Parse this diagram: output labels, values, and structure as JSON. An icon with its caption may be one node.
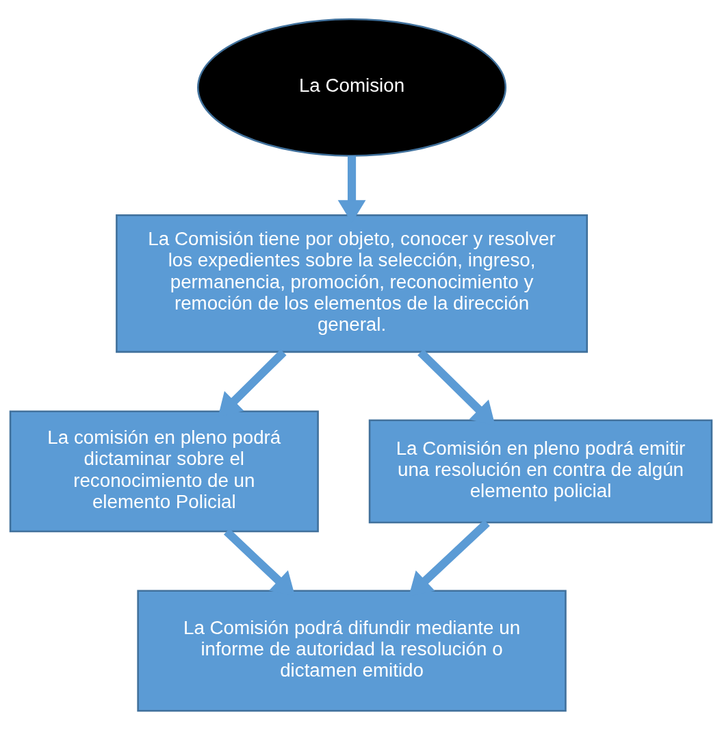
{
  "diagram": {
    "nodes": [
      {
        "text": [
          "La Comision"
        ]
      },
      {
        "text": [
          "La Comisión tiene por objeto, conocer y resolver los expedientes sobre la selección, ingreso, permanencia, promoción, reconocimiento y remoción de los elementos de la dirección general."
        ]
      },
      {
        "text": [
          "La comisión en pleno podrá dictaminar sobre el reconocimiento de un elemento Policial"
        ]
      },
      {
        "text": [
          "La Comisión en pleno podrá emitir una resolución en contra de algún elemento policial"
        ]
      },
      {
        "text": [
          "La Comisión podrá difundir mediante un informe de autoridad la resolución o dictamen emitido"
        ]
      }
    ],
    "edges": [
      {
        "from": 0,
        "to": 1,
        "arrow": "to"
      },
      {
        "from": 1,
        "to": 2,
        "arrow": "to"
      },
      {
        "from": 1,
        "to": 3,
        "arrow": "to"
      },
      {
        "from": 2,
        "to": 4,
        "arrow": "to"
      },
      {
        "from": 3,
        "to": 4,
        "arrow": "to"
      }
    ]
  }
}
